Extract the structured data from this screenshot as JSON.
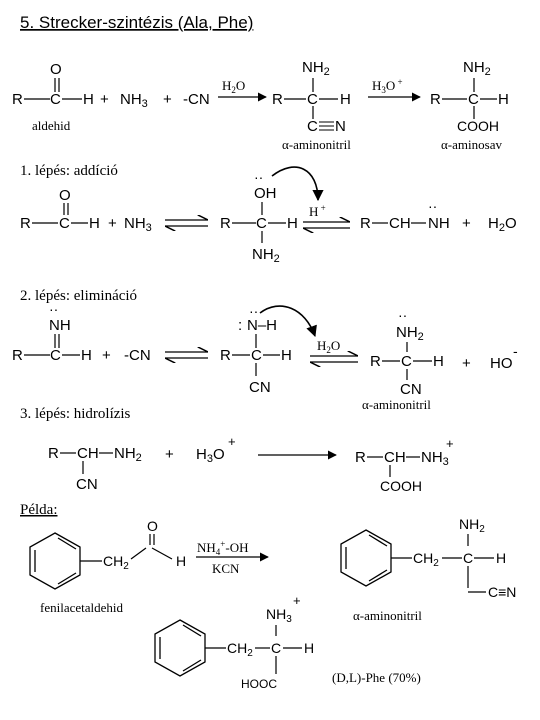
{
  "title": "5. Strecker-szintézis (Ala, Phe)",
  "overall": {
    "r": "R",
    "o": "O",
    "h": "H",
    "plus": "+",
    "nh3": "NH3",
    "cn_anion": "-CN",
    "arrow1_label": "H2O",
    "nh2": "NH2",
    "c": "C",
    "n": "N",
    "arrow2_label": "H3O +",
    "cooh": "COOH",
    "aldehyde_label": "aldehid",
    "aminonitrile_label": "α-aminonitril",
    "aminoacid_label": "α-aminosav"
  },
  "step1": {
    "heading": "1. lépés: addíció",
    "oh": "OH",
    "nh2": "NH2",
    "hplus": "H +",
    "imine": "R—CH—NH",
    "h2o": "H2O"
  },
  "step2": {
    "heading": "2. lépés: elimináció",
    "nh": "NH",
    "nh_minus": "N–H",
    "h2o": "H2O",
    "cn": "CN",
    "ho_minus": "HO",
    "minus": "-",
    "product_label": "α-aminonitril"
  },
  "step3": {
    "heading": "3. lépés: hidrolízis",
    "r_ch_nh2": "R—CH—NH2",
    "cn": "CN",
    "h3o": "H3O",
    "plus_sup": "+",
    "r_ch_nh3": "R—CH—NH3",
    "cooh": "COOH"
  },
  "example": {
    "heading": "Példa:",
    "ch2": "CH2",
    "c": "C",
    "o": "O",
    "h": "H",
    "reagent_top": "NH4+-OH",
    "reagent_bottom": "KCN",
    "start_label": "fenilacetaldehid",
    "nh2": "NH2",
    "cn": "C≡N",
    "nitrile_label": "α-aminonitril",
    "nh3": "NH3",
    "plus": "+",
    "hooc": "HOOC",
    "product_label": "(D,L)-Phe (70%)"
  }
}
